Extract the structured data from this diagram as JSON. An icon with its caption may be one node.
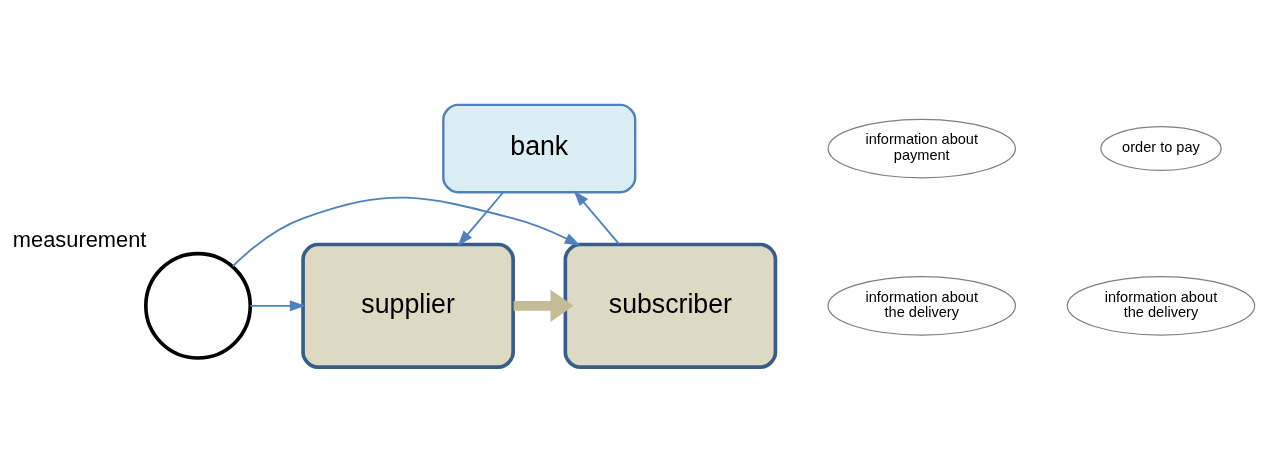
{
  "diagram": {
    "nodes": [
      {
        "text": [
          "bank"
        ]
      },
      {
        "text": [
          "supplier"
        ]
      },
      {
        "text": [
          "subscriber"
        ]
      },
      {
        "text": [],
        "shape": "circle",
        "beside": [
          "measurement"
        ]
      },
      {
        "text": [
          "information about payment"
        ]
      },
      {
        "text": [
          "order to pay"
        ]
      },
      {
        "text": [
          "information about the delivery"
        ]
      },
      {
        "text": [
          "information about the delivery"
        ]
      }
    ],
    "edges": [
      {
        "from": 0,
        "to": 1,
        "arrow": "to"
      },
      {
        "from": 2,
        "to": 0,
        "arrow": "to"
      },
      {
        "from": 3,
        "to": 1,
        "arrow": "to"
      },
      {
        "from": 3,
        "to": 2,
        "arrow": "to"
      },
      {
        "from": 1,
        "to": 2,
        "arrow": "to",
        "style": "thick",
        "color": "#c4bc96"
      }
    ]
  }
}
